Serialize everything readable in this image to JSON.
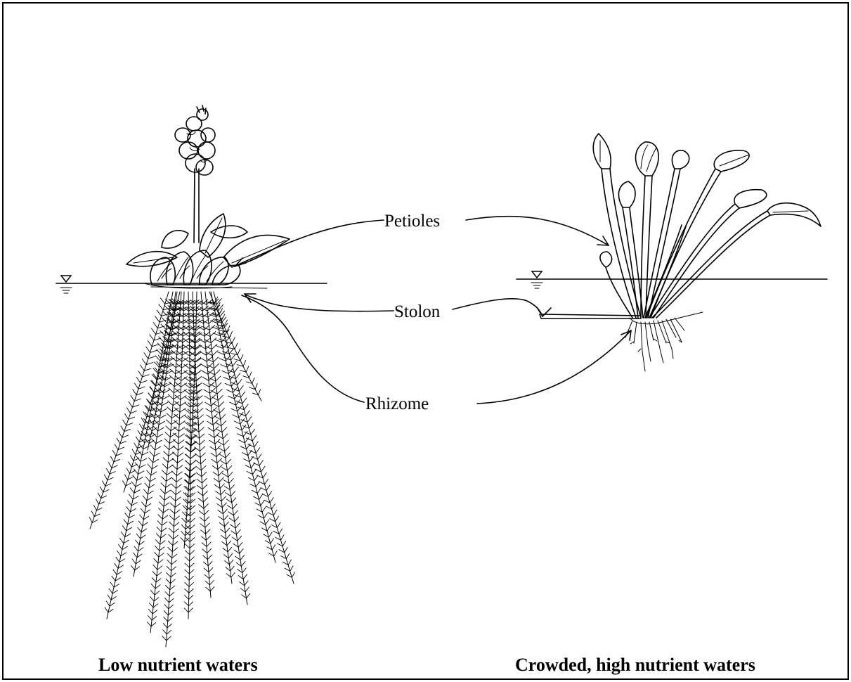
{
  "labels": {
    "petioles": "Petioles",
    "stolon": "Stolon",
    "rhizome": "Rhizome"
  },
  "captions": {
    "left": "Low nutrient waters",
    "right": "Crowded, high nutrient waters"
  },
  "colors": {
    "ink": "#000000",
    "background": "#ffffff"
  }
}
